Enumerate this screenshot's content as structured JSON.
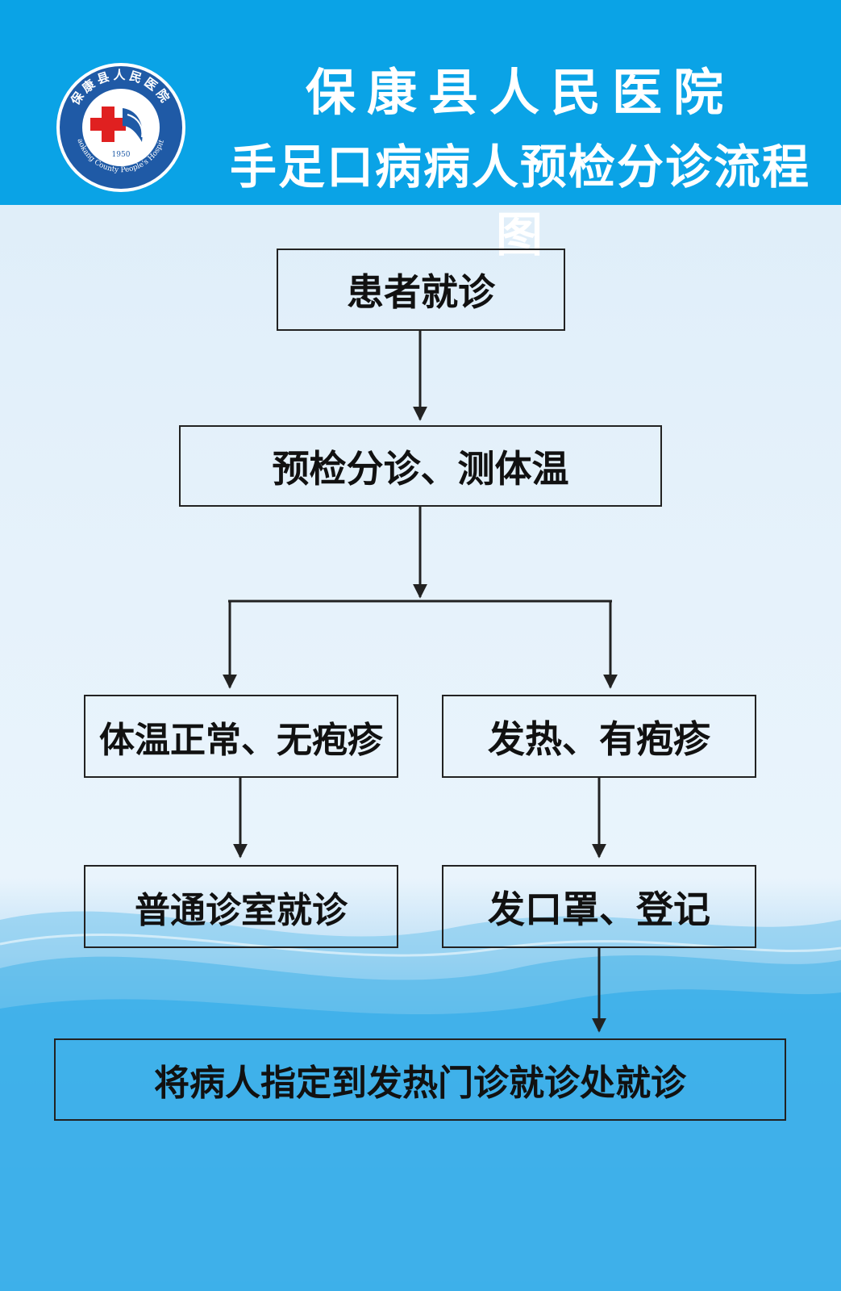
{
  "header": {
    "title": "保康县人民医院",
    "subtitle": "手足口病病人预检分诊流程图",
    "logo": {
      "ring_text": "保康县人民医院",
      "english_text": "Baokang County People's Hospital",
      "year": "1950"
    }
  },
  "flowchart": {
    "nodes": {
      "visit": "患者就诊",
      "triage": "预检分诊、测体温",
      "normal": "体温正常、无疱疹",
      "fever": "发热、有疱疹",
      "general_clinic": "普通诊室就诊",
      "mask_register": "发口罩、登记",
      "fever_clinic": "将病人指定到发热门诊就诊处就诊"
    }
  },
  "colors": {
    "header_bg": "#0aa3e6",
    "logo_ring": "#1f5aa6",
    "logo_cross": "#e02020",
    "box_border": "#222222",
    "text": "#111111"
  }
}
